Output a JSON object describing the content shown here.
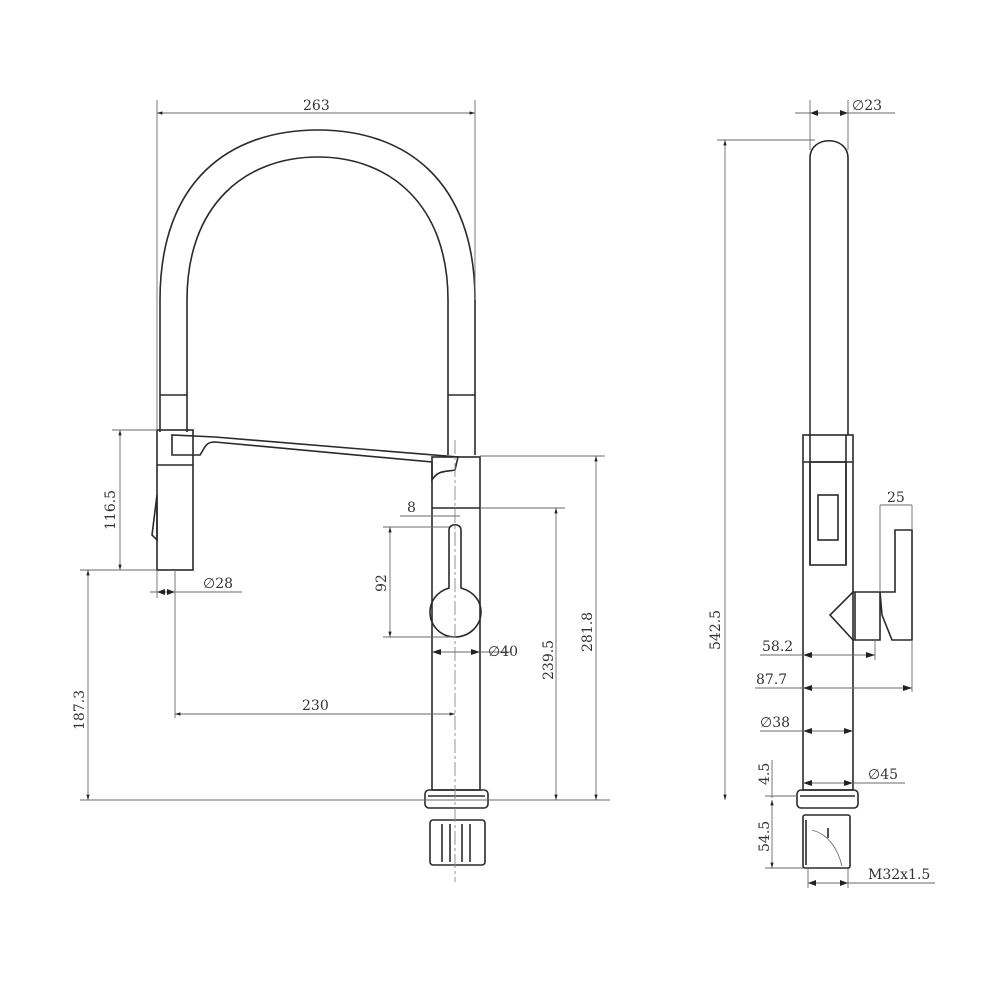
{
  "front_view": {
    "dimensions": {
      "overall_width": "263",
      "spray_head_height": "116.5",
      "spray_head_diameter": "∅28",
      "spout_height": "187.3",
      "reach": "230",
      "handle_offset": "8",
      "handle_length": "92",
      "body_diameter": "∅40",
      "handle_height": "239.5",
      "body_height": "281.8"
    }
  },
  "side_view": {
    "dimensions": {
      "tube_diameter": "∅23",
      "overall_height": "542.5",
      "lever_width": "25",
      "handle_projection": "58.2",
      "overall_depth": "87.7",
      "base_diameter": "∅38",
      "ring_height": "4.5",
      "ring_diameter": "∅45",
      "shank_length": "54.5",
      "thread": "M32x1.5"
    }
  }
}
